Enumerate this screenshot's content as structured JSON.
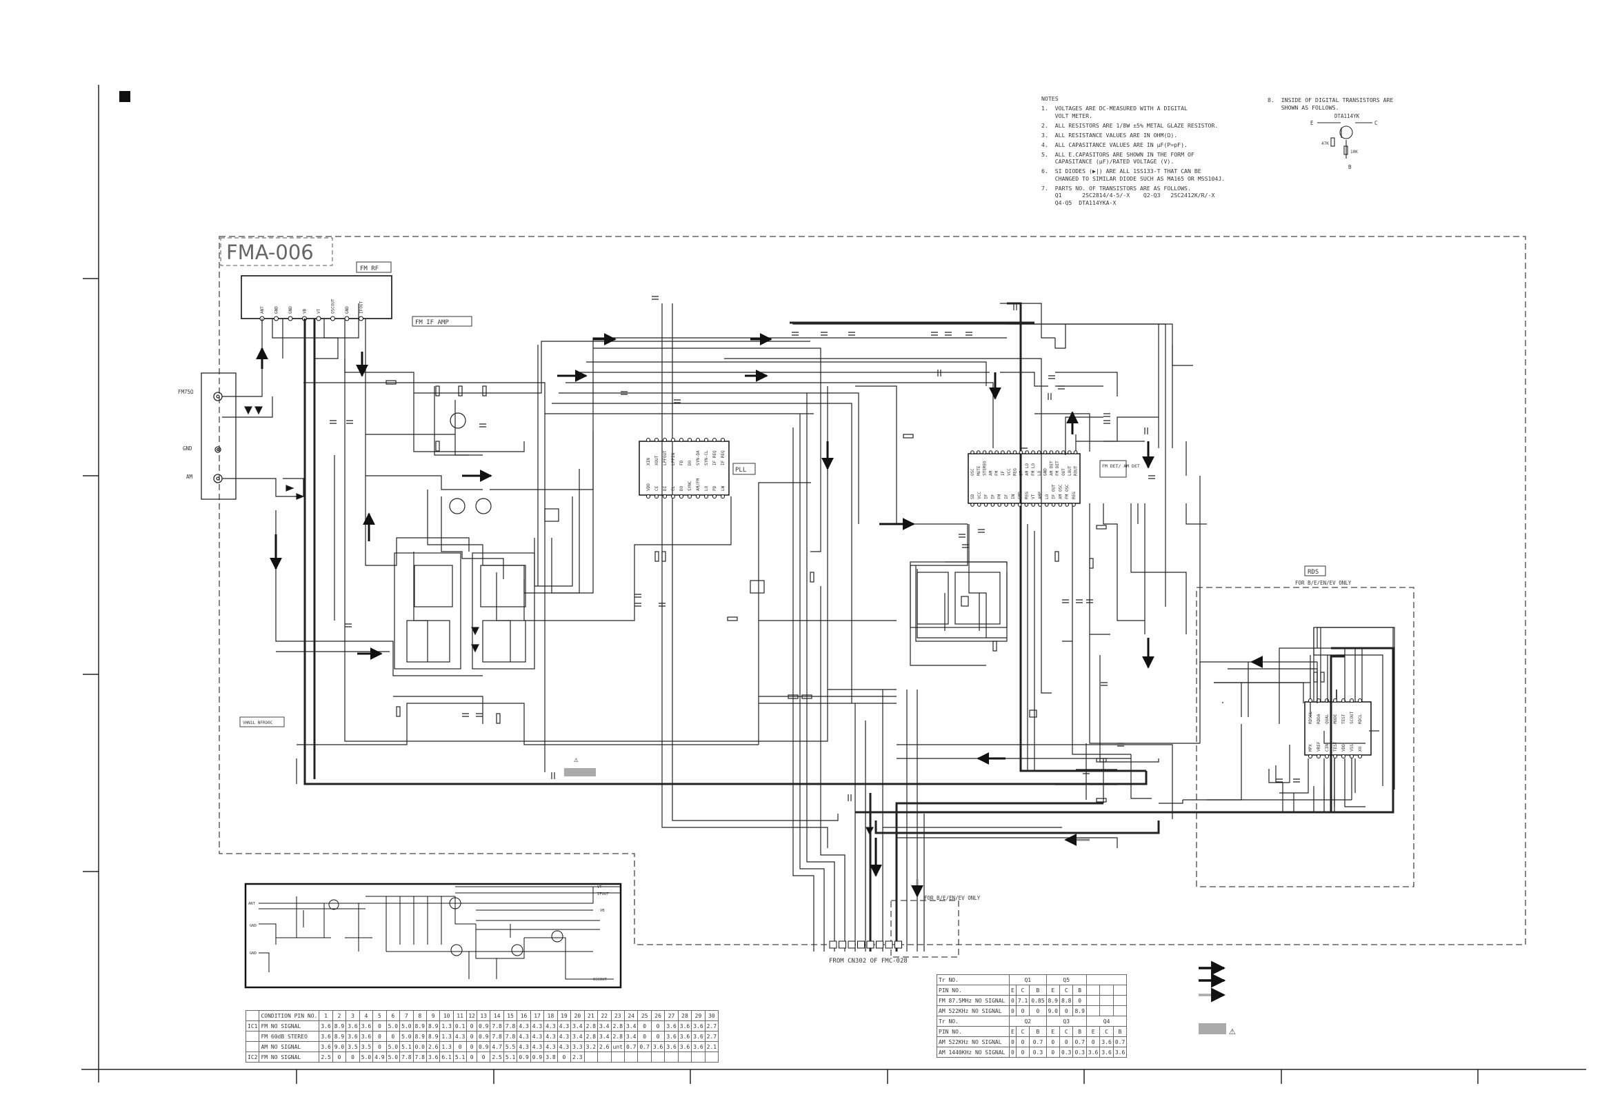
{
  "board": {
    "title": "FMA-006",
    "block_fm_rf": "FM RF",
    "block_fm_if_amp": "FM IF AMP",
    "block_pll": "PLL",
    "block_fm_det": "FM DET/ AM DET",
    "block_rds": "RDS",
    "rds_for": "FOR B/E/EN/EV ONLY",
    "for_models": "FOR B/E/EN/EV ONLY",
    "from_connector": "FROM CN302 OF FMC-028",
    "label_fm75": "FM75Ω",
    "label_gnd": "GND",
    "label_am": "AM",
    "small_part": "VHN1L NFRO0C"
  },
  "rf_pins": [
    "ANT",
    "GND",
    "GND",
    "VB",
    "VT",
    "OSCOUT",
    "GND",
    "IFOUT"
  ],
  "pll_pins_top": [
    "XIN",
    "XOUT",
    "LPFOUT",
    "LPFIN",
    "FD",
    "DO",
    "SYN-DA",
    "SYN-CL",
    "IF REQ",
    "IF REQ"
  ],
  "pll_pins_bottom": [
    "VDD",
    "CE",
    "DI",
    "CL",
    "DO",
    "SYNC",
    "AM/FM",
    "LO",
    "PD",
    "LW"
  ],
  "ic_pins_top": [
    "OSC",
    "MUTE",
    "STEREO",
    "AM",
    "FM",
    "IF",
    "VCC",
    "REG",
    "ST",
    "AM LO",
    "FM LO",
    "LO",
    "GND",
    "AM DET",
    "FM DET",
    "OUT",
    "LOUT",
    "ROUT"
  ],
  "ic_pins_bottom": [
    "SD",
    "VCC",
    "IF",
    "IF",
    "FM",
    "IF",
    "IN",
    "GND",
    "REG",
    "VT",
    "AMP",
    "LO",
    "IF OUT",
    "AM OSC",
    "FM OSC",
    "REG"
  ],
  "rds_pins_top": [
    "RDSCL",
    "RDDA",
    "QUAL",
    "MODE",
    "TEST",
    "SCOUT",
    "RDCL"
  ],
  "rds_pins_bottom": [
    "MPX",
    "VREF",
    "CIN",
    "TEST",
    "VDD",
    "VSS",
    "XO"
  ],
  "notes": {
    "heading": "NOTES",
    "items": [
      "1.  VOLTAGES ARE DC-MEASURED WITH A DIGITAL\n    VOLT METER.",
      "2.  ALL RESISTORS ARE 1/8W ±5% METAL GLAZE RESISTOR.",
      "3.  ALL RESISTANCE VALUES ARE IN OHM(Ω).",
      "4.  ALL CAPASITANCE VALUES ARE IN μF(P=pF).",
      "5.  ALL E.CAPASITORS ARE SHOWN IN THE FORM OF\n    CAPASITANCE (μF)/RATED VOLTAGE (V).",
      "6.  SI DIODES (▶|) ARE ALL 1SS133-T THAT CAN BE\n    CHANGED TO SIMILAR DIODE SUCH AS MA165 OR MSS104J.",
      "7.  PARTS NO. OF TRANSISTORS ARE AS FOLLOWS.\n    Q1      2SC2814/4-5/-X    Q2-Q3   2SC2412K/R/-X\n    Q4-Q5  DTA114YKA-X"
    ],
    "item8": "8.  INSIDE OF DIGITAL TRANSISTORS ARE\n    SHOWN AS FOLLOWS.",
    "transistor_name": "DTA114YK",
    "pin_e": "E",
    "pin_c": "C",
    "pin_b": "B",
    "r1": "47K",
    "r2": "10K"
  },
  "inset": {
    "labels": [
      "ANT",
      "GND",
      "GND",
      "VT",
      "IFOUT",
      "VB",
      "OSCOUT"
    ]
  },
  "voltage_table": {
    "header": [
      "CONDITION PIN NO.",
      "1",
      "2",
      "3",
      "4",
      "5",
      "6",
      "7",
      "8",
      "9",
      "10",
      "11",
      "12",
      "13",
      "14",
      "15",
      "16",
      "17",
      "18",
      "19",
      "20",
      "21",
      "22",
      "23",
      "24",
      "25",
      "26",
      "27",
      "28",
      "29",
      "30"
    ],
    "rows": [
      {
        "ic": "IC1",
        "cond": "FM NO SIGNAL",
        "v": [
          "3.6",
          "8.9",
          "3.6",
          "3.6",
          "0",
          "5.0",
          "5.0",
          "8.9",
          "8.9",
          "1.3",
          "0.1",
          "0",
          "0.9",
          "7.8",
          "7.8",
          "4.3",
          "4.3",
          "4.3",
          "4.3",
          "3.4",
          "2.8",
          "3.4",
          "2.8",
          "3.4",
          "0",
          "0",
          "3.6",
          "3.6",
          "3.6",
          "2.7"
        ]
      },
      {
        "ic": "",
        "cond": "FM 60dB STEREO",
        "v": [
          "3.6",
          "8.9",
          "3.6",
          "3.6",
          "0",
          "0",
          "5.0",
          "8.9",
          "8.9",
          "1.3",
          "4.3",
          "0",
          "0.9",
          "7.8",
          "7.8",
          "4.3",
          "4.3",
          "4.3",
          "4.3",
          "3.4",
          "2.8",
          "3.4",
          "2.8",
          "3.4",
          "0",
          "0",
          "3.6",
          "3.6",
          "3.6",
          "2.7"
        ]
      },
      {
        "ic": "",
        "cond": "AM NO SIGNAL",
        "v": [
          "3.6",
          "9.0",
          "3.5",
          "3.5",
          "0",
          "5.0",
          "5.1",
          "0.0",
          "2.6",
          "1.3",
          "0",
          "0",
          "0.9",
          "4.7",
          "5.5",
          "4.3",
          "4.3",
          "4.3",
          "4.3",
          "3.3",
          "3.2",
          "2.6",
          "unt",
          "0.7",
          "0.7",
          "3.6",
          "3.6",
          "3.6",
          "3.6",
          "2.1"
        ]
      },
      {
        "ic": "IC2",
        "cond": "FM NO SIGNAL",
        "v": [
          "2.5",
          "0",
          "0",
          "5.0",
          "4.9",
          "5.0",
          "7.8",
          "7.8",
          "3.6",
          "6.1",
          "5.1",
          "0",
          "0",
          "2.5",
          "5.1",
          "0.9",
          "0.9",
          "3.8",
          "0",
          "2.3",
          "",
          "",
          "",
          "",
          "",
          "",
          "",
          "",
          "",
          ""
        ]
      }
    ]
  },
  "tr_table": {
    "rows1": [
      [
        "Tr NO.",
        "Q1",
        "Q5"
      ],
      [
        "PIN NO.",
        "E",
        "C",
        "B",
        "E",
        "C",
        "B"
      ],
      [
        "FM 87.5MHz NO SIGNAL",
        "0",
        "7.1",
        "0.85",
        "8.9",
        "8.8",
        "0"
      ],
      [
        "AM 522KHz NO SIGNAL",
        "0",
        "0",
        "0",
        "9.0",
        "0",
        "8.9"
      ]
    ],
    "rows2": [
      [
        "Tr NO.",
        "Q2",
        "Q3",
        "Q4"
      ],
      [
        "PIN NO.",
        "E",
        "C",
        "B",
        "E",
        "C",
        "B",
        "E",
        "C",
        "B"
      ],
      [
        "AM 522KHz NO SIGNAL",
        "0",
        "0",
        "0.7",
        "0",
        "0",
        "0.7",
        "0",
        "3.6",
        "0.7"
      ],
      [
        "AM 1440KHz NO SIGNAL",
        "0",
        "0",
        "0.3",
        "0",
        "0.3",
        "0.3",
        "3.6",
        "3.6",
        "3.6"
      ]
    ]
  },
  "legend": {
    "caution": "⚠"
  }
}
